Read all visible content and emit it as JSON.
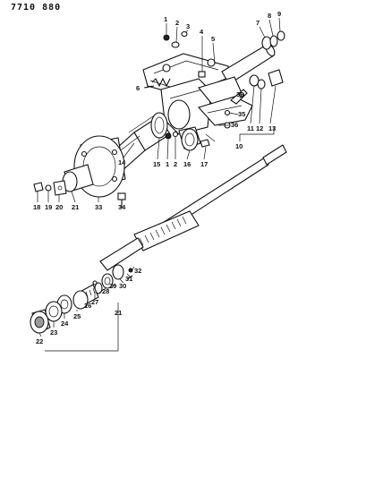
{
  "ref_code": "7710 880",
  "callouts": [
    {
      "id": "c1",
      "text": "1"
    },
    {
      "id": "c2",
      "text": "2"
    },
    {
      "id": "c3",
      "text": "3"
    },
    {
      "id": "c4",
      "text": "4"
    },
    {
      "id": "c5",
      "text": "5"
    },
    {
      "id": "c6",
      "text": "6"
    },
    {
      "id": "c7",
      "text": "7"
    },
    {
      "id": "c8",
      "text": "8"
    },
    {
      "id": "c9",
      "text": "9"
    },
    {
      "id": "c36a",
      "text": "36"
    },
    {
      "id": "c35",
      "text": "35"
    },
    {
      "id": "c36b",
      "text": "36"
    },
    {
      "id": "c11",
      "text": "11"
    },
    {
      "id": "c12",
      "text": "12"
    },
    {
      "id": "c13",
      "text": "13"
    },
    {
      "id": "c10",
      "text": "10"
    },
    {
      "id": "c14",
      "text": "14"
    },
    {
      "id": "c15",
      "text": "15"
    },
    {
      "id": "c1b",
      "text": "1"
    },
    {
      "id": "c2b",
      "text": "2"
    },
    {
      "id": "c16",
      "text": "16"
    },
    {
      "id": "c17",
      "text": "17"
    },
    {
      "id": "c18",
      "text": "18"
    },
    {
      "id": "c19",
      "text": "19"
    },
    {
      "id": "c20",
      "text": "20"
    },
    {
      "id": "c21a",
      "text": "21"
    },
    {
      "id": "c33",
      "text": "33"
    },
    {
      "id": "c34",
      "text": "34"
    },
    {
      "id": "c32",
      "text": "32"
    },
    {
      "id": "c31",
      "text": "31"
    },
    {
      "id": "c30",
      "text": "30"
    },
    {
      "id": "c29",
      "text": "29"
    },
    {
      "id": "c28",
      "text": "28"
    },
    {
      "id": "c27",
      "text": "27"
    },
    {
      "id": "c26",
      "text": "26"
    },
    {
      "id": "c25",
      "text": "25"
    },
    {
      "id": "c24",
      "text": "24"
    },
    {
      "id": "c23",
      "text": "23"
    },
    {
      "id": "c22",
      "text": "22"
    },
    {
      "id": "c21b",
      "text": "21"
    }
  ]
}
